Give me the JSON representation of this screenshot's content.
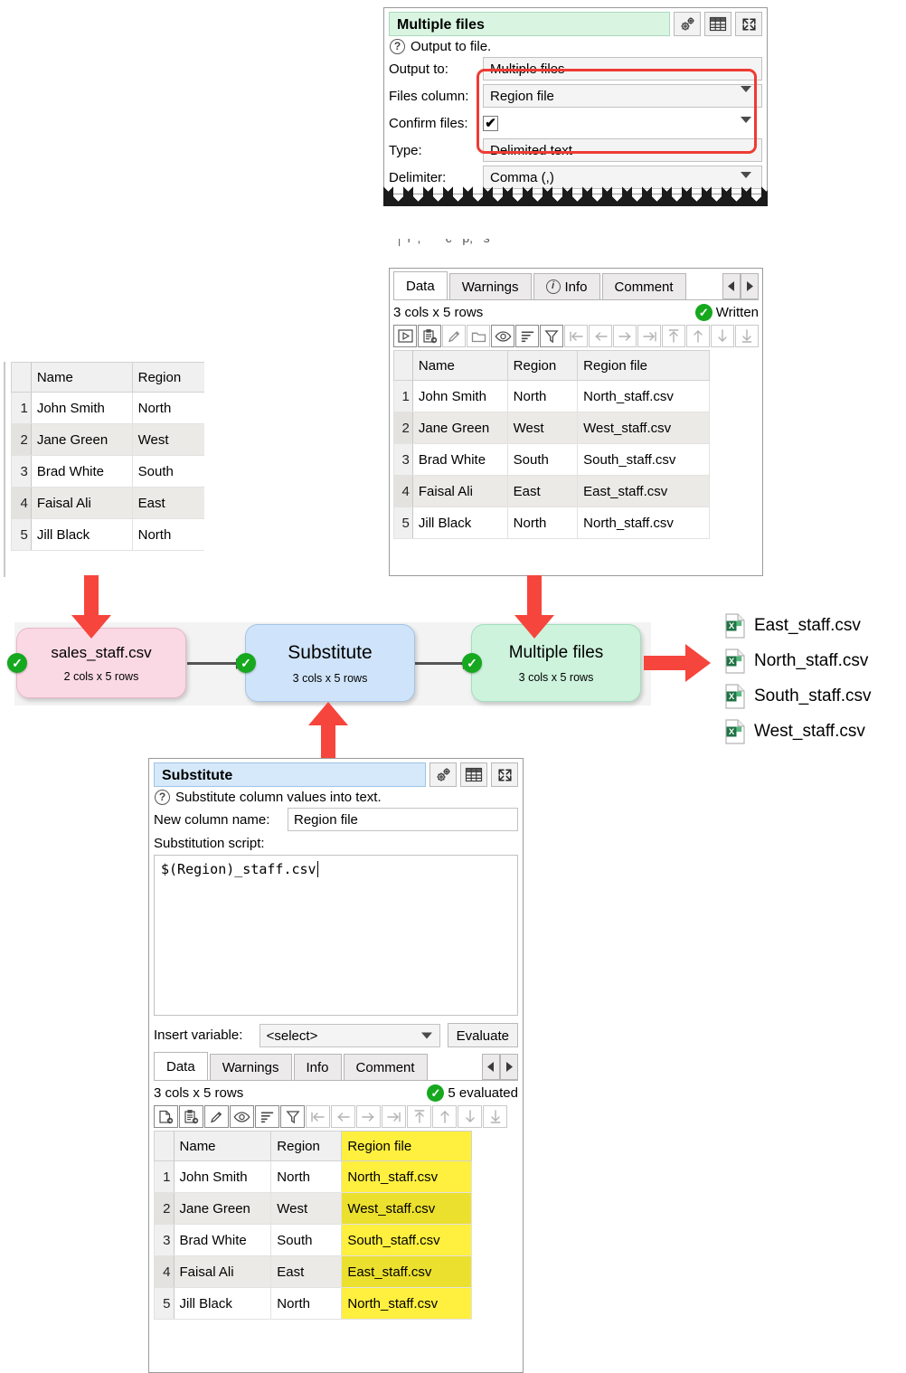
{
  "top_panel": {
    "title": "Multiple files",
    "help_text": "Output to file.",
    "fields": [
      {
        "label": "Output to:",
        "value": "Multiple files",
        "kind": "combo"
      },
      {
        "label": "Files column:",
        "value": "Region file",
        "kind": "combo"
      },
      {
        "label": "Confirm files:",
        "value": "✔",
        "kind": "checkbox"
      },
      {
        "label": "Type:",
        "value": "Delimited text",
        "kind": "combo"
      },
      {
        "label": "Delimiter:",
        "value": "Comma (,)",
        "kind": "combo"
      }
    ],
    "header_icons": [
      "gear-icon",
      "table-icon",
      "expand-icon"
    ]
  },
  "right_panel": {
    "clipped_top_text": "",
    "tabs": [
      {
        "label": "Data",
        "selected": true
      },
      {
        "label": "Warnings",
        "selected": false
      },
      {
        "label": "Info",
        "selected": false,
        "icon": "info-icon"
      },
      {
        "label": "Comment",
        "selected": false
      }
    ],
    "status_left": "3 cols x 5 rows",
    "status_right": "Written",
    "toolbar_icons": [
      "run-icon",
      "paste-icon",
      "edit-icon",
      "folder-icon",
      "eye-icon",
      "sort-icon",
      "filter-icon",
      "first-col-icon",
      "prev-col-icon",
      "next-col-icon",
      "last-col-icon",
      "first-row-icon",
      "prev-row-icon",
      "next-row-icon",
      "last-row-icon"
    ],
    "table": {
      "columns": [
        "Name",
        "Region",
        "Region file"
      ],
      "rows": [
        {
          "n": "1",
          "cells": [
            "John Smith",
            "North",
            "North_staff.csv"
          ]
        },
        {
          "n": "2",
          "cells": [
            "Jane Green",
            "West",
            "West_staff.csv"
          ]
        },
        {
          "n": "3",
          "cells": [
            "Brad White",
            "South",
            "South_staff.csv"
          ]
        },
        {
          "n": "4",
          "cells": [
            "Faisal Ali",
            "East",
            "East_staff.csv"
          ]
        },
        {
          "n": "5",
          "cells": [
            "Jill Black",
            "North",
            "North_staff.csv"
          ]
        }
      ]
    }
  },
  "left_table": {
    "columns": [
      "Name",
      "Region"
    ],
    "rows": [
      {
        "n": "1",
        "cells": [
          "John Smith",
          "North"
        ]
      },
      {
        "n": "2",
        "cells": [
          "Jane Green",
          "West"
        ]
      },
      {
        "n": "3",
        "cells": [
          "Brad White",
          "South"
        ]
      },
      {
        "n": "4",
        "cells": [
          "Faisal Ali",
          "East"
        ]
      },
      {
        "n": "5",
        "cells": [
          "Jill Black",
          "North"
        ]
      }
    ]
  },
  "flow": {
    "nodes": [
      {
        "name": "sales_staff.csv",
        "sub": "2 cols x 5 rows",
        "color": "pink",
        "badge": "✔"
      },
      {
        "name": "Substitute",
        "sub": "3 cols x 5 rows",
        "color": "blue",
        "badge": "✔"
      },
      {
        "name": "Multiple files",
        "sub": "3 cols x 5 rows",
        "color": "green",
        "badge": "✔"
      }
    ]
  },
  "output_files": [
    {
      "name": "East_staff.csv",
      "icon": "excel-csv-icon"
    },
    {
      "name": "North_staff.csv",
      "icon": "excel-csv-icon"
    },
    {
      "name": "South_staff.csv",
      "icon": "excel-csv-icon"
    },
    {
      "name": "West_staff.csv",
      "icon": "excel-csv-icon"
    }
  ],
  "bottom_panel": {
    "title": "Substitute",
    "help_text": "Substitute column values into text.",
    "new_column_label": "New column name:",
    "new_column_value": "Region file",
    "script_label": "Substitution script:",
    "script_value": "$(Region)_staff.csv",
    "insert_variable_label": "Insert variable:",
    "insert_variable_value": "<select>",
    "evaluate_label": "Evaluate",
    "header_icons": [
      "gear-icon",
      "table-icon",
      "expand-icon"
    ],
    "tabs": [
      {
        "label": "Data",
        "selected": true
      },
      {
        "label": "Warnings",
        "selected": false
      },
      {
        "label": "Info",
        "selected": false
      },
      {
        "label": "Comment",
        "selected": false
      }
    ],
    "status_left": "3 cols x 5 rows",
    "status_right": "5 evaluated",
    "toolbar_icons": [
      "new-icon",
      "paste-icon",
      "edit-icon",
      "eye-icon",
      "sort-icon",
      "filter-icon",
      "first-col-icon",
      "prev-col-icon",
      "next-col-icon",
      "last-col-icon",
      "first-row-icon",
      "prev-row-icon",
      "next-row-icon",
      "last-row-icon"
    ],
    "table": {
      "columns": [
        "Name",
        "Region",
        "Region file"
      ],
      "highlight_column": 2,
      "rows": [
        {
          "n": "1",
          "cells": [
            "John Smith",
            "North",
            "North_staff.csv"
          ]
        },
        {
          "n": "2",
          "cells": [
            "Jane Green",
            "West",
            "West_staff.csv"
          ]
        },
        {
          "n": "3",
          "cells": [
            "Brad White",
            "South",
            "South_staff.csv"
          ]
        },
        {
          "n": "4",
          "cells": [
            "Faisal Ali",
            "East",
            "East_staff.csv"
          ]
        },
        {
          "n": "5",
          "cells": [
            "Jill Black",
            "North",
            "North_staff.csv"
          ]
        }
      ]
    }
  },
  "colors": {
    "highlight_red": "#ee3b33",
    "arrow_red": "#f6453c",
    "ok_green": "#16a81f",
    "yellow_cell": "#ffef3f"
  }
}
